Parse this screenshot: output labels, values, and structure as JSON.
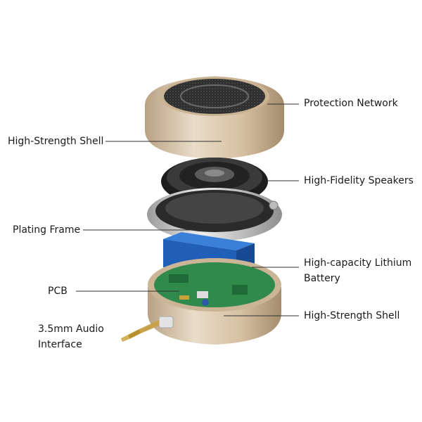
{
  "labels": {
    "protection_network": "Protection Network",
    "shell_top": "High-Strength Shell",
    "speakers": "High-Fidelity Speakers",
    "plating_frame": "Plating Frame",
    "battery": "High-capacity Lithium Battery",
    "pcb": "PCB",
    "shell_bottom": "High-Strength Shell",
    "audio_interface": "3.5mm Audio Interface"
  },
  "colors": {
    "shell_gold": "#d8c3a6",
    "grille": "#2c2c2c",
    "battery_blue": "#1f5fb8",
    "pcb_green": "#2f8a4c",
    "frame_silver": "#c8c8c8",
    "leader_line": "#333333"
  }
}
